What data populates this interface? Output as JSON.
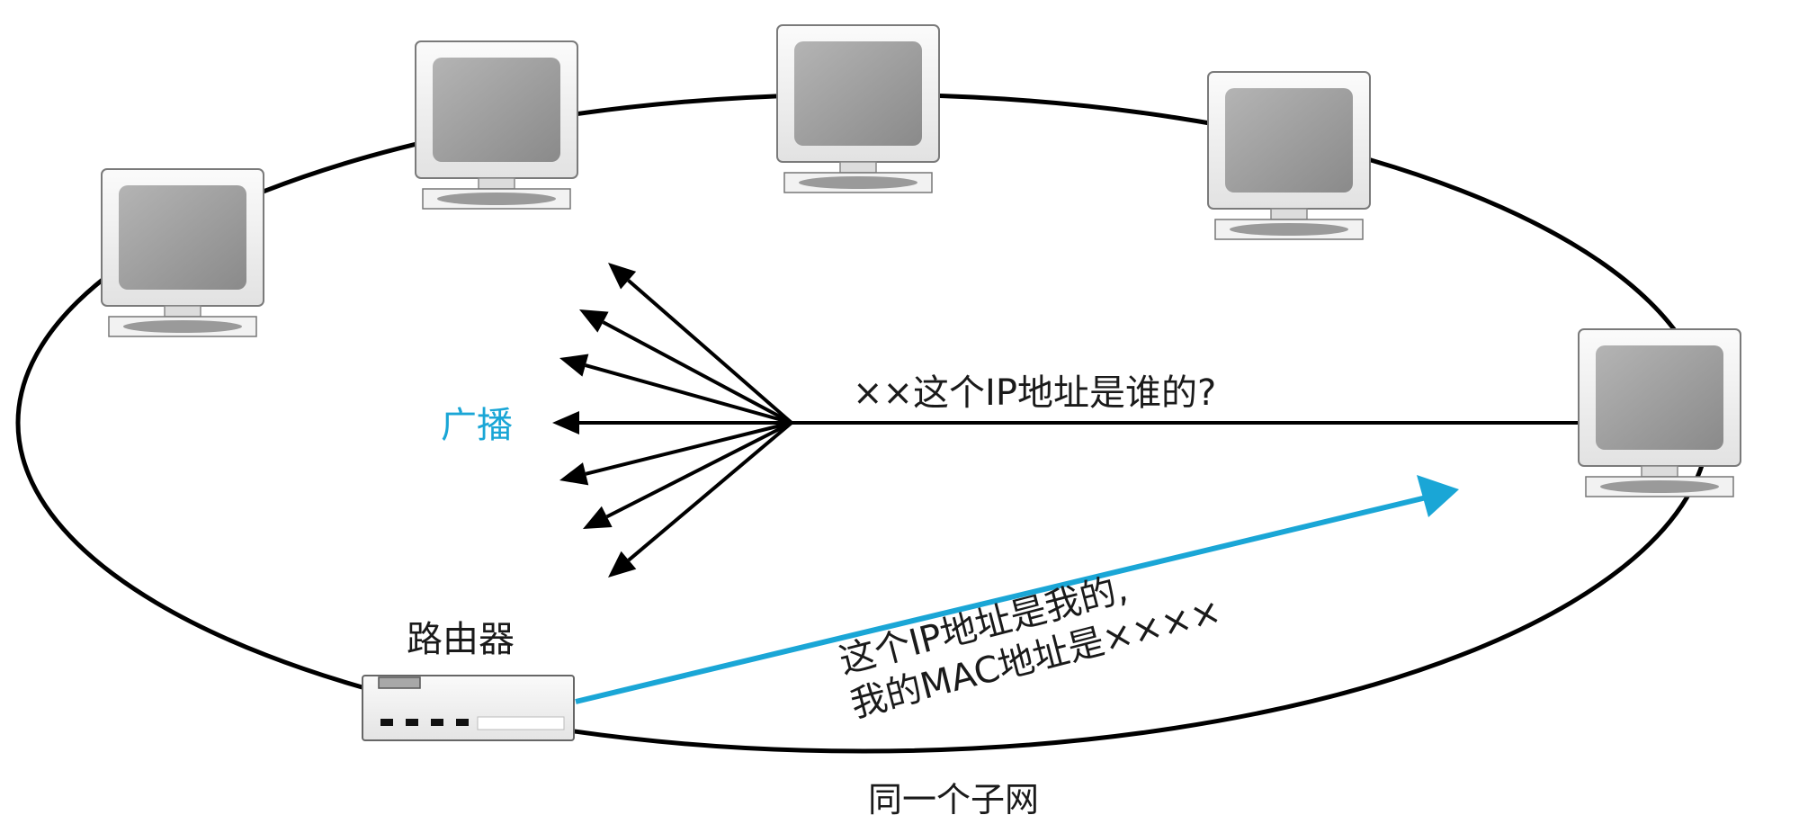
{
  "labels": {
    "broadcast": "广播",
    "question": "××这个IP地址是谁的?",
    "router": "路由器",
    "reply_line1": "这个IP地址是我的,",
    "reply_line2": "我的MAC地址是××××",
    "subnet": "同一个子网"
  },
  "nodes": [
    {
      "type": "computer-icon",
      "role": "host"
    },
    {
      "type": "computer-icon",
      "role": "host"
    },
    {
      "type": "computer-icon",
      "role": "host"
    },
    {
      "type": "computer-icon",
      "role": "host"
    },
    {
      "type": "computer-icon",
      "role": "requesting-host"
    },
    {
      "type": "router-icon",
      "role": "router"
    }
  ],
  "colors": {
    "broadcast_accent": "#1aa6d6",
    "line": "#000000",
    "screen": "#9a9a9a"
  }
}
